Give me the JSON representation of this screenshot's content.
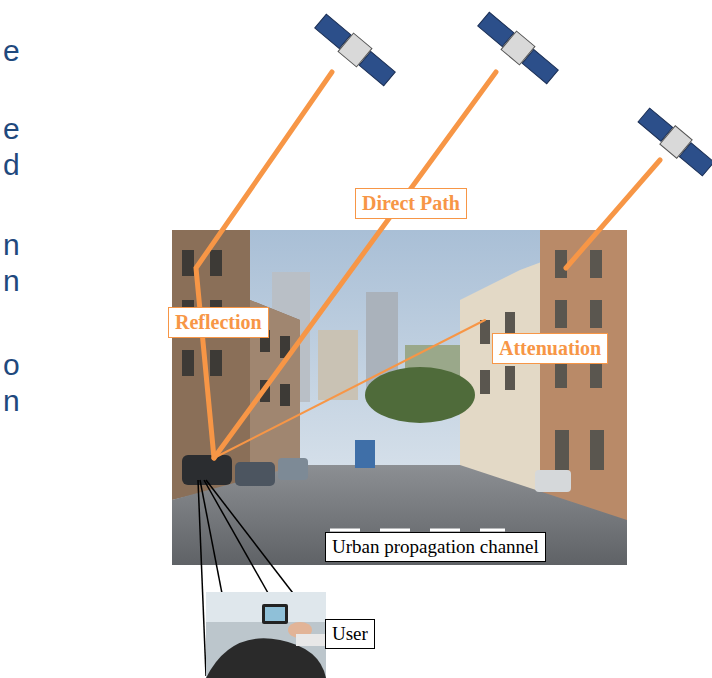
{
  "diagram": {
    "nodes": [
      {
        "text": [
          "Direct Path"
        ]
      },
      {
        "text": [
          "Reflection"
        ]
      },
      {
        "text": [
          "Attenuation"
        ]
      },
      {
        "text": [
          "Urban propagation channel"
        ]
      },
      {
        "text": [
          "User"
        ]
      }
    ],
    "labels": [
      "e",
      "e",
      "d",
      "n",
      "n",
      "o",
      "n"
    ]
  }
}
